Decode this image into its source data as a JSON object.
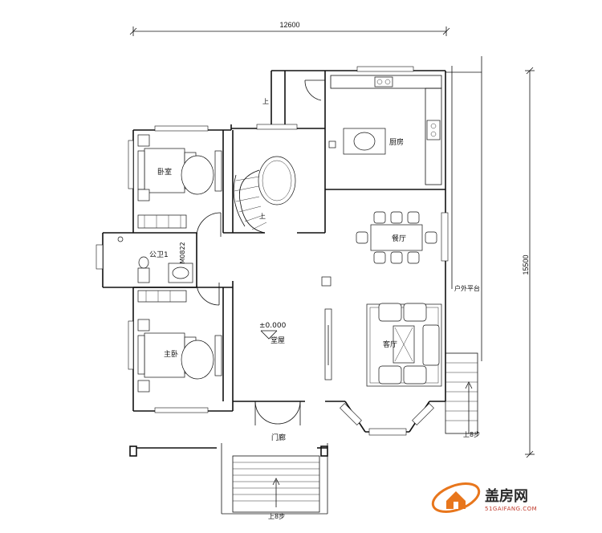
{
  "dimensions": {
    "top_width": "12600",
    "right_height": "15500"
  },
  "rooms": {
    "bedroom": "卧室",
    "kitchen": "厨房",
    "dining": "餐厅",
    "public_bath": "公卫1",
    "door_code": "M0822",
    "outdoor_platform": "户外平台",
    "elevation": "±0.000",
    "hall": "堂屋",
    "living": "客厅",
    "master_bedroom": "主卧",
    "entry_porch": "门廊"
  },
  "stairs": {
    "up_left": "上",
    "up_spiral": "上",
    "right_steps": "上8步",
    "front_steps": "上8步"
  },
  "logo": {
    "name": "盖房网",
    "url_text": "51GAIFANG.COM"
  },
  "colors": {
    "logo_orange": "#e8761c",
    "logo_red": "#c0392b"
  }
}
